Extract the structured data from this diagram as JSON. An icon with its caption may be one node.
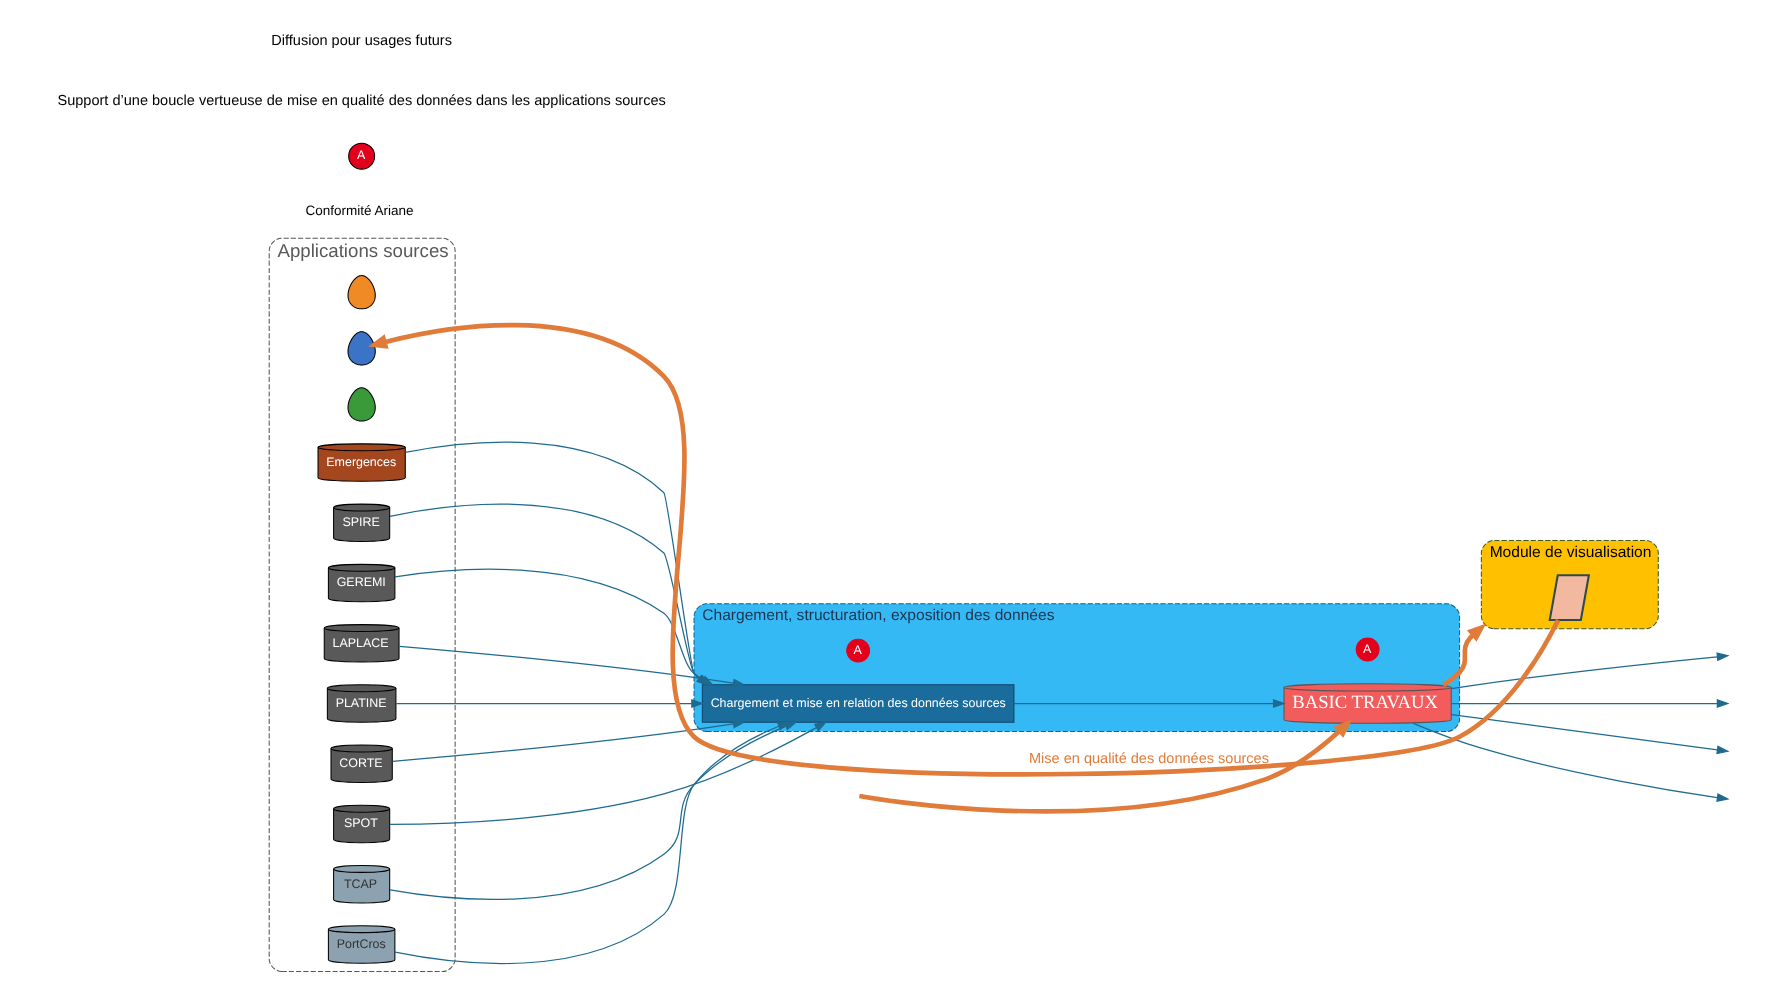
{
  "diagram": {
    "nodes": [
      {
        "text": [
          "Applications sources"
        ]
      },
      {
        "text": [],
        "shape": "person",
        "in": 0
      },
      {
        "text": [],
        "shape": "person",
        "in": 0
      },
      {
        "text": [],
        "shape": "person",
        "in": 0
      },
      {
        "text": [
          "Emergences"
        ],
        "in": 0
      },
      {
        "text": [
          "SPIRE"
        ],
        "in": 0
      },
      {
        "text": [
          "GEREMI"
        ],
        "in": 0
      },
      {
        "text": [
          "LAPLACE"
        ],
        "in": 0
      },
      {
        "text": [
          "PLATINE"
        ],
        "in": 0
      },
      {
        "text": [
          "CORTE"
        ],
        "in": 0
      },
      {
        "text": [
          "SPOT"
        ],
        "in": 0
      },
      {
        "text": [
          "TCAP"
        ],
        "in": 0
      },
      {
        "text": [
          "PortCros"
        ],
        "in": 0
      },
      {
        "text": [
          "Chargement, structuration, exposition des données"
        ]
      },
      {
        "text": [
          "Chargement et mise en relation des données sources"
        ],
        "in": 13,
        "beside": [
          "A"
        ]
      },
      {
        "text": [
          "BASIC TRAVAUX"
        ],
        "in": 13,
        "beside": [
          "A"
        ]
      },
      {
        "text": [
          "Module de visualisation"
        ]
      },
      {
        "text": [],
        "shape": "parallelogram",
        "in": 16
      },
      {
        "text": [
          "A"
        ],
        "beside": [
          "Conformité Ariane"
        ]
      }
    ],
    "edges": [
      {
        "from": 4,
        "to": 14,
        "arrow": "to"
      },
      {
        "from": 5,
        "to": 14,
        "arrow": "to"
      },
      {
        "from": 6,
        "to": 14,
        "arrow": "to"
      },
      {
        "from": 7,
        "to": 14,
        "arrow": "to"
      },
      {
        "from": 8,
        "to": 14,
        "arrow": "to"
      },
      {
        "from": 9,
        "to": 14,
        "arrow": "to"
      },
      {
        "from": 10,
        "to": 14,
        "arrow": "to"
      },
      {
        "from": 11,
        "to": 14,
        "arrow": "to"
      },
      {
        "from": 12,
        "to": 14,
        "arrow": "to"
      },
      {
        "from": null,
        "to": 15,
        "arrow": "to",
        "style": "thick",
        "color": "#e07b39"
      },
      {
        "from": 14,
        "to": 15,
        "arrow": "to"
      },
      {
        "from": 15,
        "to": 16,
        "arrow": "to",
        "style": "thick",
        "color": "#e07b39"
      },
      {
        "from": 17,
        "to": 2,
        "arrow": "to",
        "label": "Mise en qualité des données sources",
        "style": "thick",
        "color": "#e07b39"
      },
      {
        "from": 15,
        "to": null,
        "arrow": "to"
      },
      {
        "from": 15,
        "to": null,
        "arrow": "to"
      },
      {
        "from": 15,
        "to": null,
        "arrow": "to"
      },
      {
        "from": 15,
        "to": null,
        "arrow": "to"
      }
    ],
    "labels": [
      "Support d’une boucle vertueuse de mise en qualité des données dans les applications sources",
      "Diffusion pour usages futurs"
    ]
  }
}
